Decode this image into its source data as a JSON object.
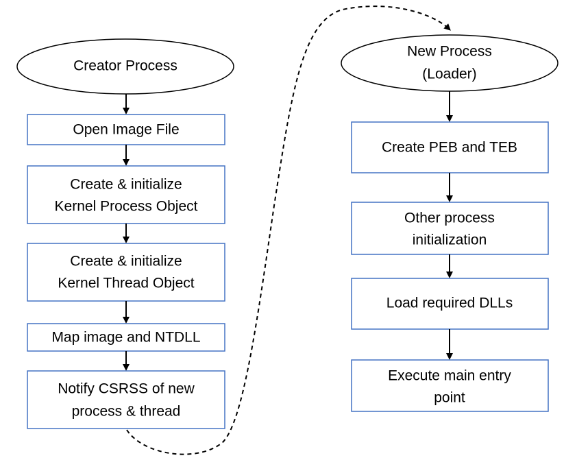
{
  "colors": {
    "box_border": "#4472C4",
    "ellipse_border": "#000000",
    "arrow": "#000000",
    "text": "#000000",
    "background": "#FFFFFF"
  },
  "creator": {
    "title": "Creator Process",
    "steps": [
      {
        "lines": [
          "Open Image File"
        ]
      },
      {
        "lines": [
          "Create & initialize",
          "Kernel Process Object"
        ]
      },
      {
        "lines": [
          "Create & initialize",
          "Kernel Thread Object"
        ]
      },
      {
        "lines": [
          "Map image and NTDLL"
        ]
      },
      {
        "lines": [
          "Notify CSRSS of new",
          "process & thread"
        ]
      }
    ]
  },
  "new_process": {
    "title_lines": [
      "New Process",
      "(Loader)"
    ],
    "steps": [
      {
        "lines": [
          "Create PEB and TEB"
        ]
      },
      {
        "lines": [
          "Other process",
          "initialization"
        ]
      },
      {
        "lines": [
          "Load required DLLs"
        ]
      },
      {
        "lines": [
          "Execute main entry",
          "point"
        ]
      }
    ]
  }
}
